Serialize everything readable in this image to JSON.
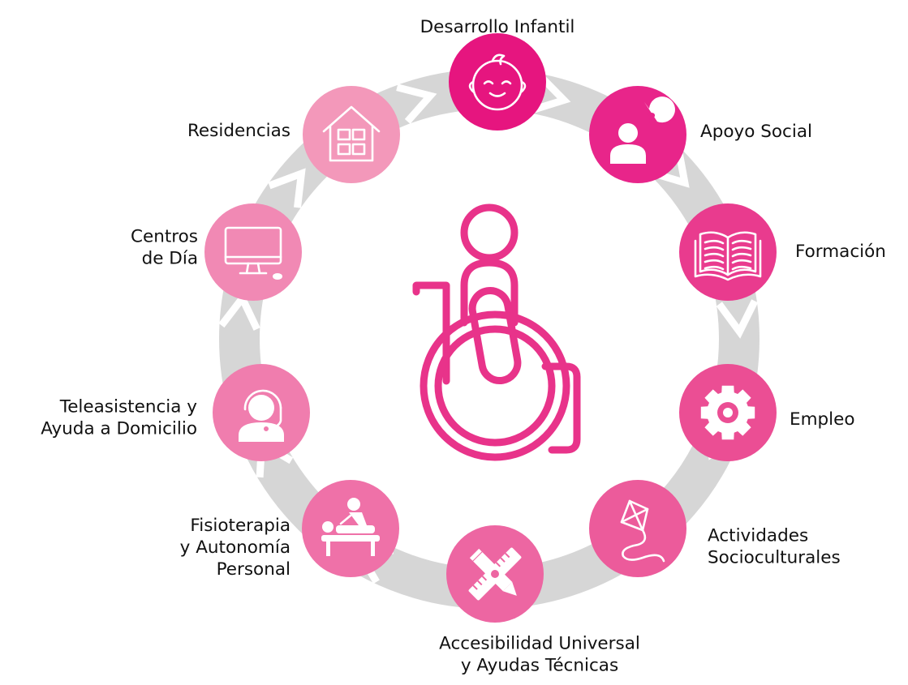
{
  "colors": {
    "ring": "#d6d6d6",
    "chevron": "#ffffff",
    "center_figure": "#e8338a",
    "label_text": "#111111"
  },
  "center": {
    "icon": "wheelchair-user-icon"
  },
  "nodes": [
    {
      "key": "desarrollo-infantil",
      "lines": [
        "Desarrollo Infantil"
      ],
      "icon": "baby-face-icon",
      "color": "#e6157f"
    },
    {
      "key": "apoyo-social",
      "lines": [
        "Apoyo Social"
      ],
      "icon": "person-question-icon",
      "color": "#e8258a"
    },
    {
      "key": "formacion",
      "lines": [
        "Formación"
      ],
      "icon": "open-book-icon",
      "color": "#e93b8e"
    },
    {
      "key": "empleo",
      "lines": [
        "Empleo"
      ],
      "icon": "gear-icon",
      "color": "#eb4e94"
    },
    {
      "key": "actividades-socioculturales",
      "lines": [
        "Actividades",
        "Socioculturales"
      ],
      "icon": "kite-icon",
      "color": "#ec5b9b"
    },
    {
      "key": "accesibilidad-universal",
      "lines": [
        "Accesibilidad Universal",
        "y Ayudas Técnicas"
      ],
      "icon": "ruler-pencil-icon",
      "color": "#ed66a2"
    },
    {
      "key": "fisioterapia",
      "lines": [
        "Fisioterapia",
        "y Autonomía",
        "Personal"
      ],
      "icon": "massage-table-icon",
      "color": "#ef71a8"
    },
    {
      "key": "teleasistencia",
      "lines": [
        "Teleasistencia y",
        "Ayuda a Domicilio"
      ],
      "icon": "headset-operator-icon",
      "color": "#f07dae"
    },
    {
      "key": "centros-de-dia",
      "lines": [
        "Centros",
        "de Día"
      ],
      "icon": "desktop-computer-icon",
      "color": "#f189b4"
    },
    {
      "key": "residencias",
      "lines": [
        "Residencias"
      ],
      "icon": "house-icon",
      "color": "#f398ba"
    }
  ]
}
